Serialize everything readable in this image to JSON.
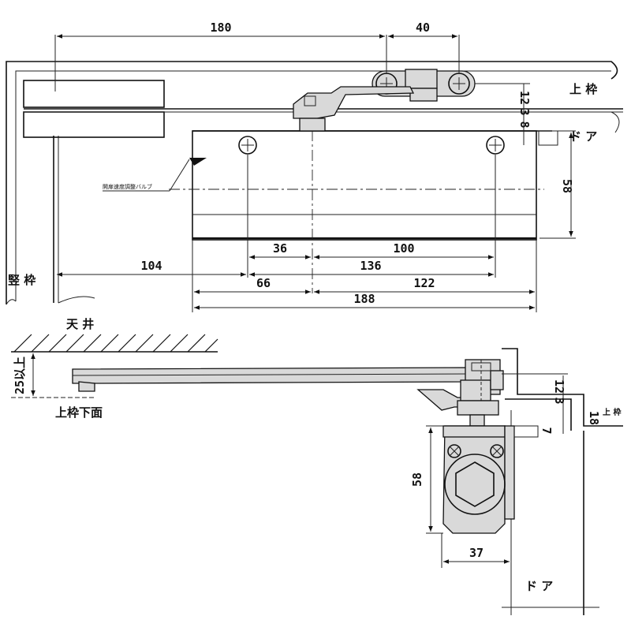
{
  "top_view": {
    "dims": {
      "d180": "180",
      "d40": "40",
      "d12": "12",
      "d3": "3",
      "d8": "8",
      "d58": "58",
      "d36": "36",
      "d100": "100",
      "d104": "104",
      "d136": "136",
      "d66": "66",
      "d122": "122",
      "d188": "188"
    },
    "labels": {
      "head_frame": "上 枠",
      "door": "ド ア",
      "jamb": "竪 枠",
      "valve": "開扉速度調整バルブ"
    }
  },
  "side_view": {
    "dims": {
      "d25": "25以上",
      "d12": "12",
      "d3": "3",
      "d18": "18",
      "d7": "7",
      "d58": "58",
      "d37": "37"
    },
    "labels": {
      "ceiling": "天 井",
      "frame_bottom": "上枠下面",
      "head_frame": "上 枠",
      "door": "ド ア"
    }
  }
}
